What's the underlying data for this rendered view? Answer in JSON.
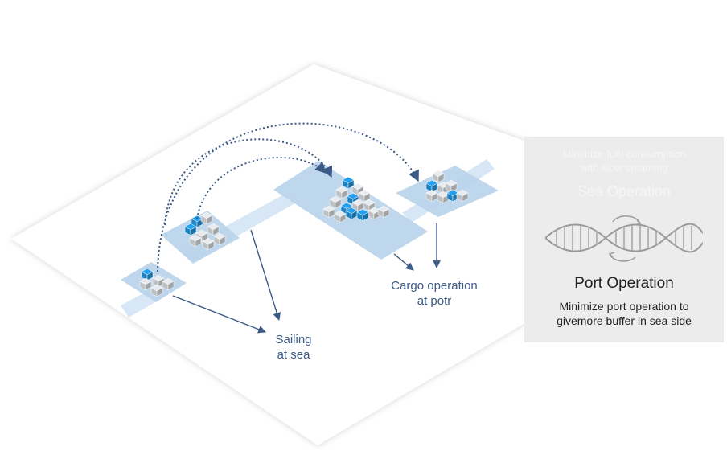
{
  "labels": {
    "sailing_line1": "Sailing",
    "sailing_line2": "at sea",
    "cargo_line1": "Cargo operation",
    "cargo_line2": "at potr"
  },
  "panel": {
    "sea_note_line1": "Minimize fuel consumption",
    "sea_note_line2": "with slow steaming",
    "sea_title": "Sea Operation",
    "port_title": "Port Operation",
    "port_note_line1": "Minimize port operation to",
    "port_note_line2": "givemore buffer in sea side"
  },
  "colors": {
    "platform": "#bcd5ec",
    "cube_blue": "#1e8fd6",
    "cube_grey": "#cfd2d5",
    "arrow": "#3b5a85",
    "panel_bg": "#ececec",
    "dna": "#9a9a9a"
  },
  "icons": [
    "dna-helix-icon",
    "cycle-arrows-icon"
  ]
}
